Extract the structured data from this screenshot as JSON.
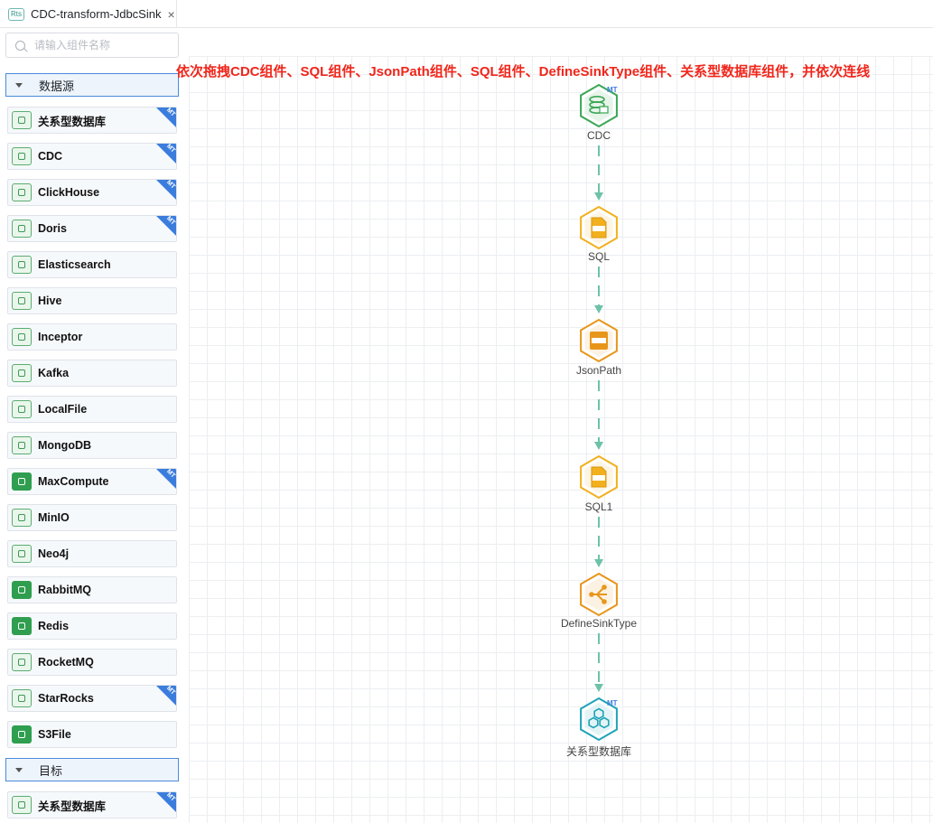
{
  "tab": {
    "badge": "Rts",
    "title": "CDC-transform-JdbcSink",
    "close": "×"
  },
  "search": {
    "placeholder": "请输入组件名称"
  },
  "groups": {
    "source": "数据源",
    "target": "目标"
  },
  "source_items": [
    {
      "name": "关系型数据库",
      "mt": true
    },
    {
      "name": "CDC",
      "mt": true
    },
    {
      "name": "ClickHouse",
      "mt": true
    },
    {
      "name": "Doris",
      "mt": true
    },
    {
      "name": "Elasticsearch",
      "mt": false
    },
    {
      "name": "Hive",
      "mt": false
    },
    {
      "name": "Inceptor",
      "mt": false
    },
    {
      "name": "Kafka",
      "mt": false
    },
    {
      "name": "LocalFile",
      "mt": false
    },
    {
      "name": "MongoDB",
      "mt": false
    },
    {
      "name": "MaxCompute",
      "mt": true
    },
    {
      "name": "MinIO",
      "mt": false
    },
    {
      "name": "Neo4j",
      "mt": false
    },
    {
      "name": "RabbitMQ",
      "mt": false
    },
    {
      "name": "Redis",
      "mt": false
    },
    {
      "name": "RocketMQ",
      "mt": false
    },
    {
      "name": "StarRocks",
      "mt": true
    },
    {
      "name": "S3File",
      "mt": false
    }
  ],
  "target_items": [
    {
      "name": "关系型数据库",
      "mt": true
    }
  ],
  "mt_badge": "MT",
  "instruction": "依次拖拽CDC组件、SQL组件、JsonPath组件、SQL组件、DefineSinkType组件、关系型数据库组件，并依次连线",
  "nodes": [
    {
      "label": "CDC",
      "icon": "database-cdc-icon",
      "color": "#3aa655",
      "mt": true
    },
    {
      "label": "SQL",
      "icon": "sql-file-icon",
      "color": "#f2b01e",
      "mt": false
    },
    {
      "label": "JsonPath",
      "icon": "jsonpath-icon",
      "color": "#e8961a",
      "mt": false
    },
    {
      "label": "SQL1",
      "icon": "sql-file-icon",
      "color": "#f2b01e",
      "mt": false
    },
    {
      "label": "DefineSinkType",
      "icon": "share-nodes-icon",
      "color": "#e8961a",
      "mt": false
    },
    {
      "label": "关系型数据库",
      "icon": "hexagon-cluster-icon",
      "color": "#1fa3b8",
      "mt": true
    }
  ],
  "colors": {
    "edge": "#6dc2a8",
    "accent": "#3b7ddd",
    "instruction": "#f0261b"
  }
}
